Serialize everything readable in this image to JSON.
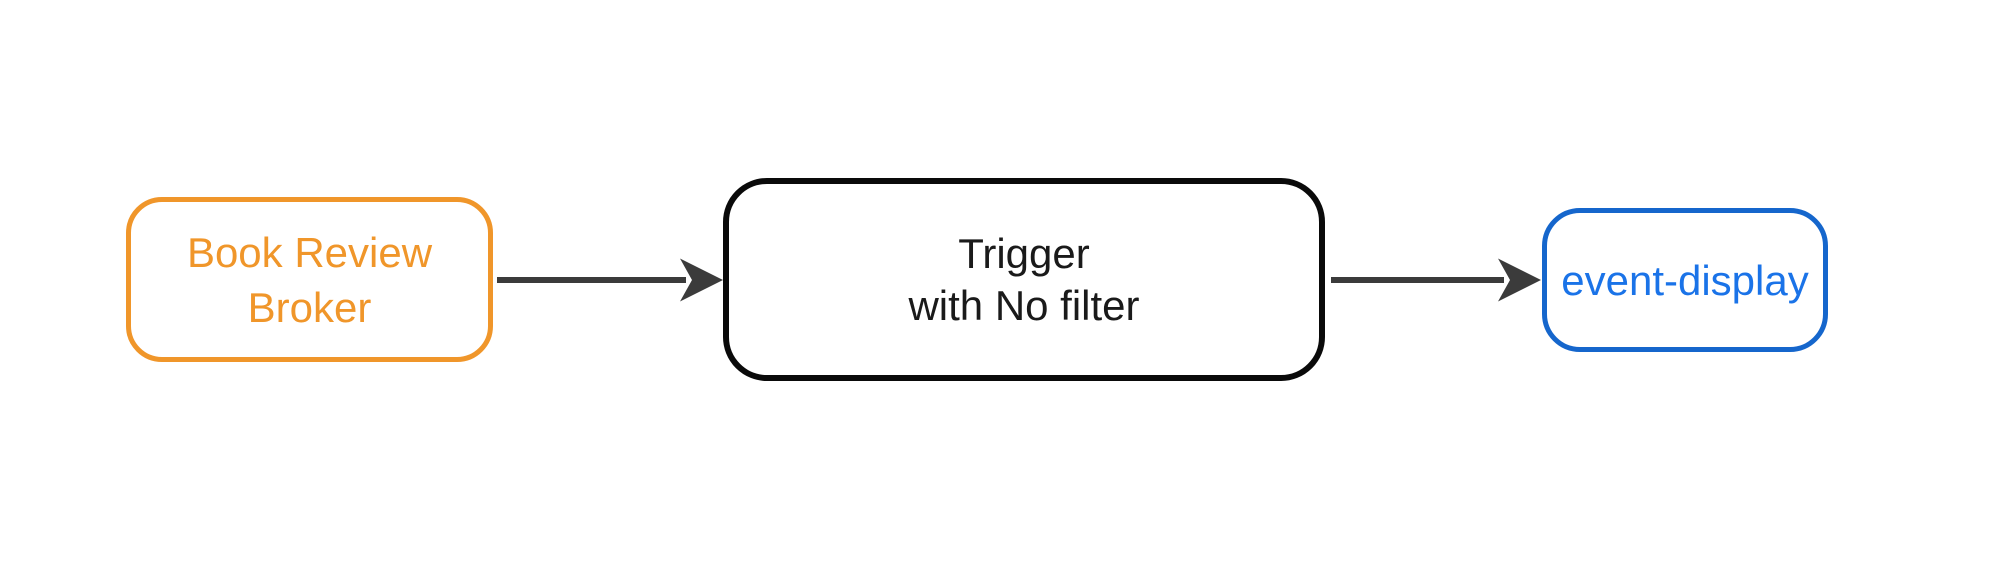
{
  "diagram": {
    "background_color": "#ffffff",
    "nodes": [
      {
        "id": "book-review-broker",
        "line1": "Book Review",
        "line2": "Broker",
        "border_color": "#f0962a",
        "text_color": "#f0962a",
        "shape": "rounded-rectangle"
      },
      {
        "id": "trigger-with-no-filter",
        "line1": "Trigger",
        "line2": "with No filter",
        "border_color": "#0a0a0a",
        "text_color": "#1a1a1a",
        "shape": "rounded-rectangle"
      },
      {
        "id": "event-display",
        "line1": "event-display",
        "border_color": "#1566cc",
        "text_color": "#1a73e8",
        "shape": "rounded-rectangle"
      }
    ],
    "edges": [
      {
        "from": "book-review-broker",
        "to": "trigger-with-no-filter",
        "color": "#3b3b3b",
        "style": "solid",
        "arrowhead": "stealth-right"
      },
      {
        "from": "trigger-with-no-filter",
        "to": "event-display",
        "color": "#3b3b3b",
        "style": "solid",
        "arrowhead": "stealth-right"
      }
    ]
  }
}
